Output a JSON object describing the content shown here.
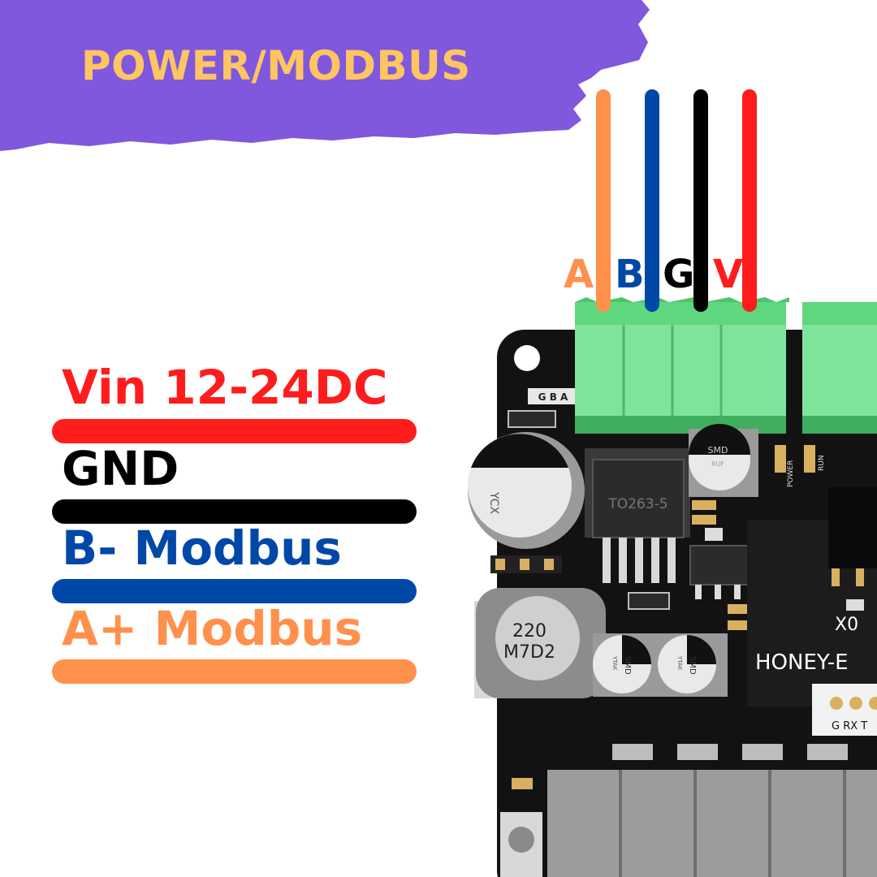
{
  "banner": {
    "title": "POWER/MODBUS",
    "color": "#7f58dd",
    "title_color": "#ffc561"
  },
  "legend": [
    {
      "label": "Vin 12-24DC",
      "color": "#ff1c1c"
    },
    {
      "label": "GND",
      "color": "#000000"
    },
    {
      "label": "B-  Modbus",
      "color": "#0048a8"
    },
    {
      "label": "A+ Modbus",
      "color": "#ff914d"
    }
  ],
  "wires": [
    {
      "letter": "A",
      "color": "#ff914d"
    },
    {
      "letter": "B",
      "color": "#0048a8"
    },
    {
      "letter": "G",
      "color": "#000000"
    },
    {
      "letter": "V",
      "color": "#ff1c1c"
    }
  ],
  "board": {
    "silk_pins": "G B A",
    "ycx_cap": "YCX",
    "regulator": "TO263-5",
    "smd_cap_top": "SMD",
    "smd_cap_top_sub": "RUF",
    "inductor_line1": "220",
    "inductor_line2": "M7D2",
    "smd_cap_left": "SMD",
    "smd_cap_left_sub": "YTAK",
    "smd_cap_right": "SMD",
    "smd_cap_right_sub": "YTAK",
    "power_label": "POWER",
    "run_label": "RUN",
    "x0_label": "X0",
    "board_name": "HONEY-E",
    "uart_pins": "G  RX  T"
  }
}
